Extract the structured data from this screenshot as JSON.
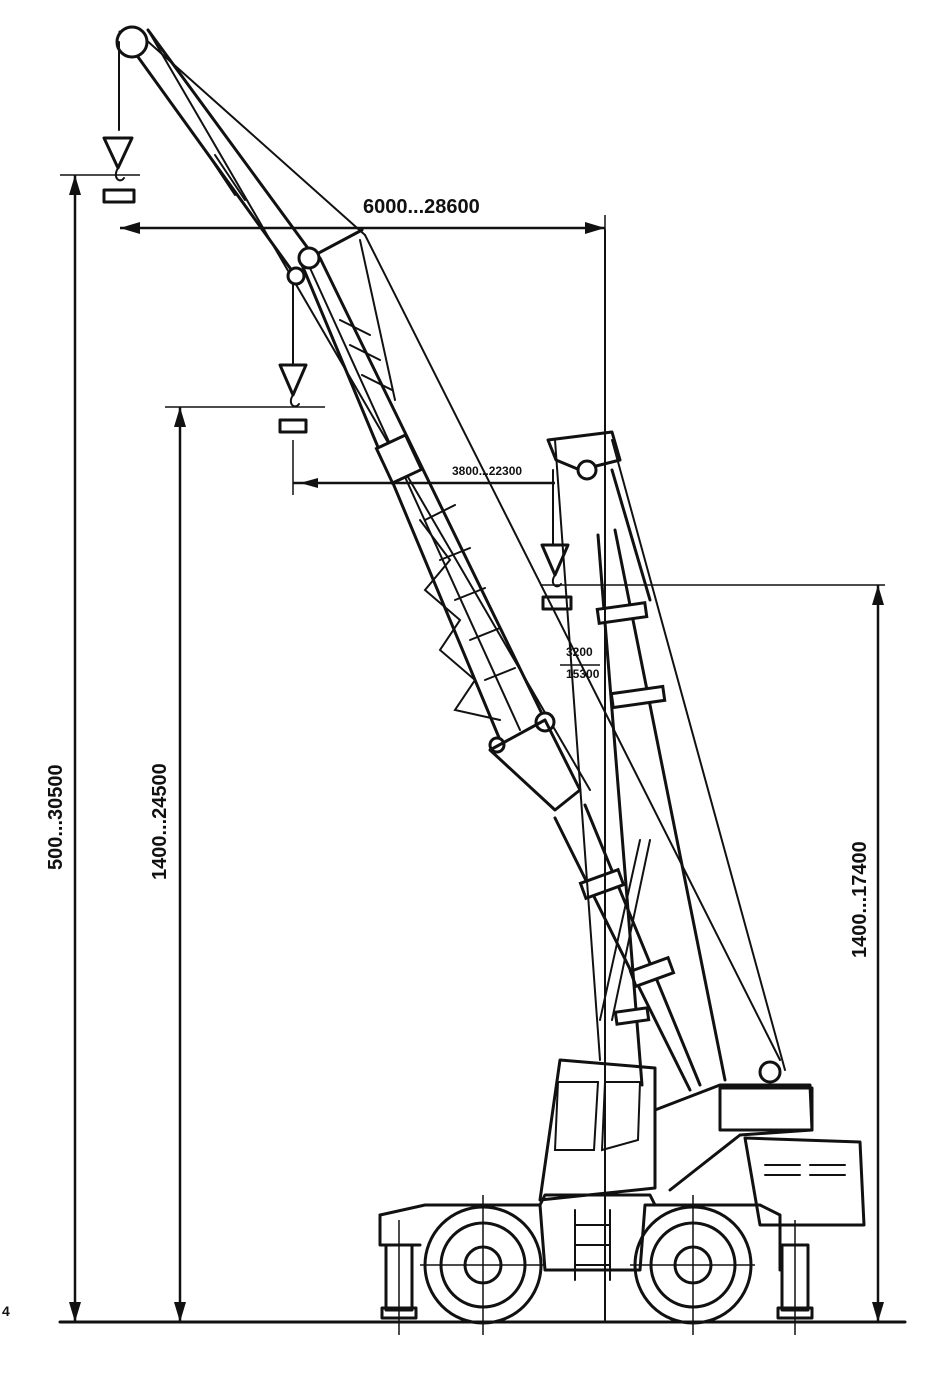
{
  "dimensions": {
    "radius_main": "6000...28600",
    "radius_jib": "3800...22300",
    "radius_short_a": "3200",
    "radius_short_b": "15300",
    "height_main": "500...30500",
    "height_jib": "1400...24500",
    "height_short": "1400...17400"
  },
  "margin_mark": "4"
}
